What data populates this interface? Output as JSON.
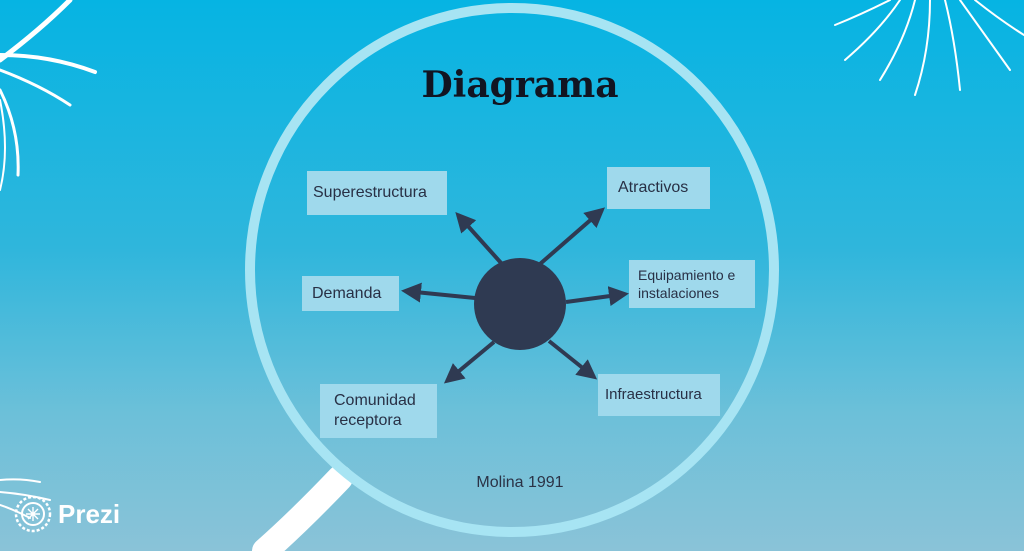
{
  "title": "Diagrama",
  "nodes": {
    "superestructura": "Superestructura",
    "atractivos": "Atractivos",
    "demanda": "Demanda",
    "equipamiento": "Equipamiento e instalaciones",
    "comunidad": "Comunidad receptora",
    "infraestructura": "Infraestructura"
  },
  "citation": "Molina 1991",
  "brand": {
    "name": "Prezi"
  },
  "colors": {
    "background_top": "#06b4e3",
    "background_bottom": "#8ac3d8",
    "ring": "#a7e4f3",
    "hub": "#2f3a52",
    "arrow": "#2f3a52",
    "node_fill": "#9fd9ec",
    "text": "#283045"
  }
}
